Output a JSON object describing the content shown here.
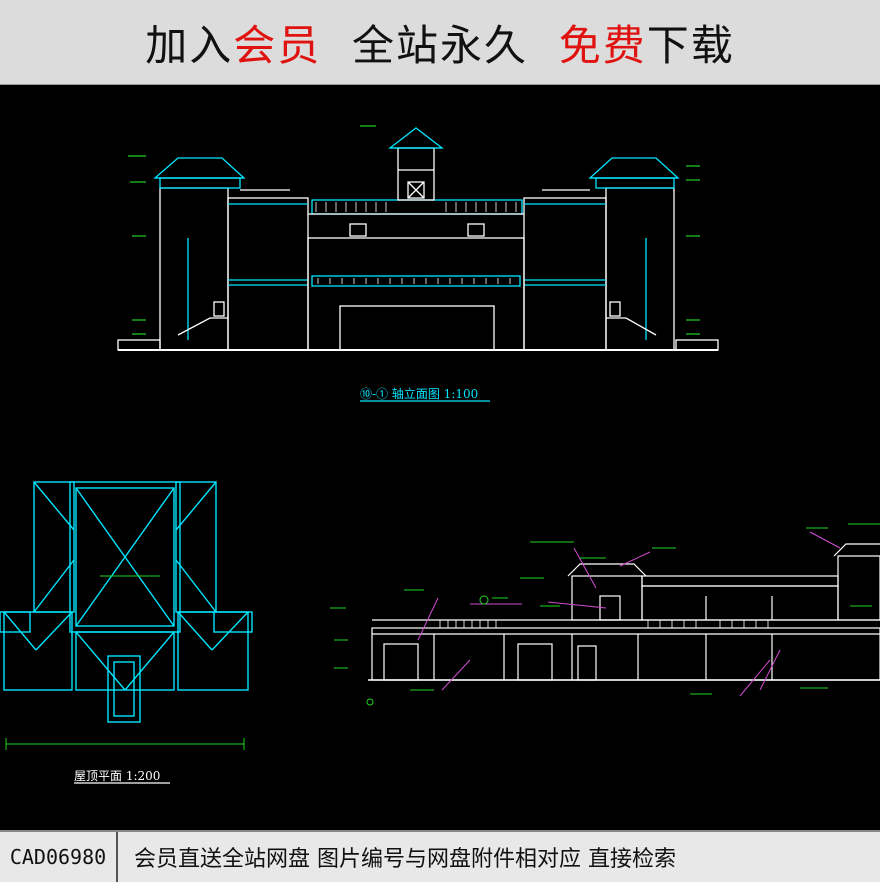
{
  "banner": {
    "part1": "加入",
    "part2": "会员",
    "part3": "全站永久",
    "part4": "免费",
    "part5": "下载"
  },
  "drawing": {
    "elevation_title": "⑩-① 轴立面图 1:100",
    "roof_plan_title": "屋顶平面 1:200",
    "colors": {
      "cyan": "#00e5ff",
      "white": "#ffffff",
      "green": "#21d321",
      "magenta": "#d24cd2",
      "blue": "#3355ff"
    }
  },
  "footer": {
    "code": "CAD06980",
    "description": "会员直送全站网盘  图片编号与网盘附件相对应  直接检索"
  }
}
